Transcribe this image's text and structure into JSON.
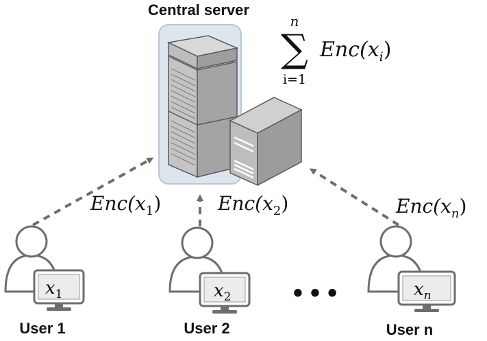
{
  "server": {
    "title": "Central server",
    "aggregate": {
      "sigma": "∑",
      "upper": "n",
      "lower": "i=1",
      "expr_prefix": "Enc(",
      "expr_var": "x",
      "expr_sub": "i",
      "expr_suffix": ")"
    }
  },
  "users": [
    {
      "label": "User 1",
      "screen_var": "x",
      "screen_sub": "1",
      "msg_prefix": "Enc(",
      "msg_var": "x",
      "msg_sub": "1",
      "msg_suffix": ")"
    },
    {
      "label": "User 2",
      "screen_var": "x",
      "screen_sub": "2",
      "msg_prefix": "Enc(",
      "msg_var": "x",
      "msg_sub": "2",
      "msg_suffix": ")"
    },
    {
      "label": "User n",
      "screen_var": "x",
      "screen_sub": "n",
      "msg_prefix": "Enc(",
      "msg_var": "x",
      "msg_sub": "n",
      "msg_suffix": ")"
    }
  ],
  "ellipsis": "• • •",
  "colors": {
    "arrow": "#6e6e6e",
    "outline": "#5a5a5a",
    "server_fill": "#b8b8b8",
    "halo": "#dde5ef"
  }
}
